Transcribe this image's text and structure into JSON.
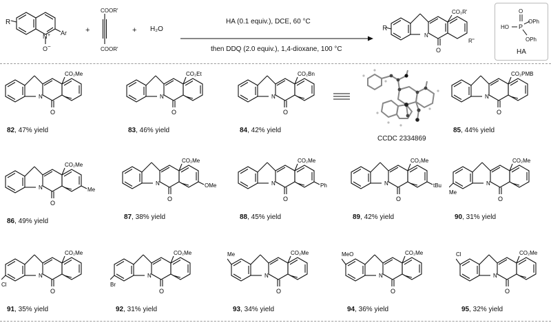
{
  "scheme": {
    "conditions_top": "HA (0.1 equiv.), DCE, 60 °C",
    "conditions_bottom": "then DDQ (2.0 equiv.), 1,4-dioxane, 100 °C",
    "plus1": "+",
    "plus2": "+",
    "water": "H₂O",
    "reagent1_labels": {
      "r": "R",
      "n": "N",
      "nplus": "+",
      "o": "O",
      "ominus": "−",
      "ar": "Ar"
    },
    "reagent2_labels": {
      "top": "COOR'",
      "bottom": "COOR'"
    },
    "product_labels": {
      "r": "R",
      "n": "N",
      "o": "O",
      "ester": "CO₂R'",
      "rpp": "R''"
    },
    "catalyst": {
      "p": "P",
      "ho": "HO",
      "oph1": "OPh",
      "oph2": "OPh",
      "label": "HA"
    }
  },
  "compounds": [
    {
      "id": "82",
      "yield": "47% yield",
      "ester": "CO₂Me"
    },
    {
      "id": "83",
      "yield": "46% yield",
      "ester": "CO₂Et"
    },
    {
      "id": "84",
      "yield": "42% yield",
      "ester": "CO₂Bn"
    },
    {
      "id": "85",
      "yield": "44% yield",
      "ester": "CO₂PMB"
    },
    {
      "id": "86",
      "yield": "49% yield",
      "ester": "CO₂Me",
      "sub": "Me"
    },
    {
      "id": "87",
      "yield": "38% yield",
      "ester": "CO₂Me",
      "sub": "OMe"
    },
    {
      "id": "88",
      "yield": "45% yield",
      "ester": "CO₂Me",
      "sub": "Ph"
    },
    {
      "id": "89",
      "yield": "42% yield",
      "ester": "CO₂Me",
      "sub": "tBu"
    },
    {
      "id": "90",
      "yield": "31% yield",
      "ester": "CO₂Me",
      "sub": "Me"
    },
    {
      "id": "91",
      "yield": "35% yield",
      "ester": "CO₂Me",
      "sub": "Cl"
    },
    {
      "id": "92",
      "yield": "31% yield",
      "ester": "CO₂Me",
      "sub": "Br"
    },
    {
      "id": "93",
      "yield": "34% yield",
      "ester": "CO₂Me",
      "sub": "Me"
    },
    {
      "id": "94",
      "yield": "36% yield",
      "ester": "CO₂Me",
      "sub": "MeO"
    },
    {
      "id": "95",
      "yield": "32% yield",
      "ester": "CO₂Me",
      "sub": "Cl"
    }
  ],
  "ccdc": "CCDC 2334869"
}
